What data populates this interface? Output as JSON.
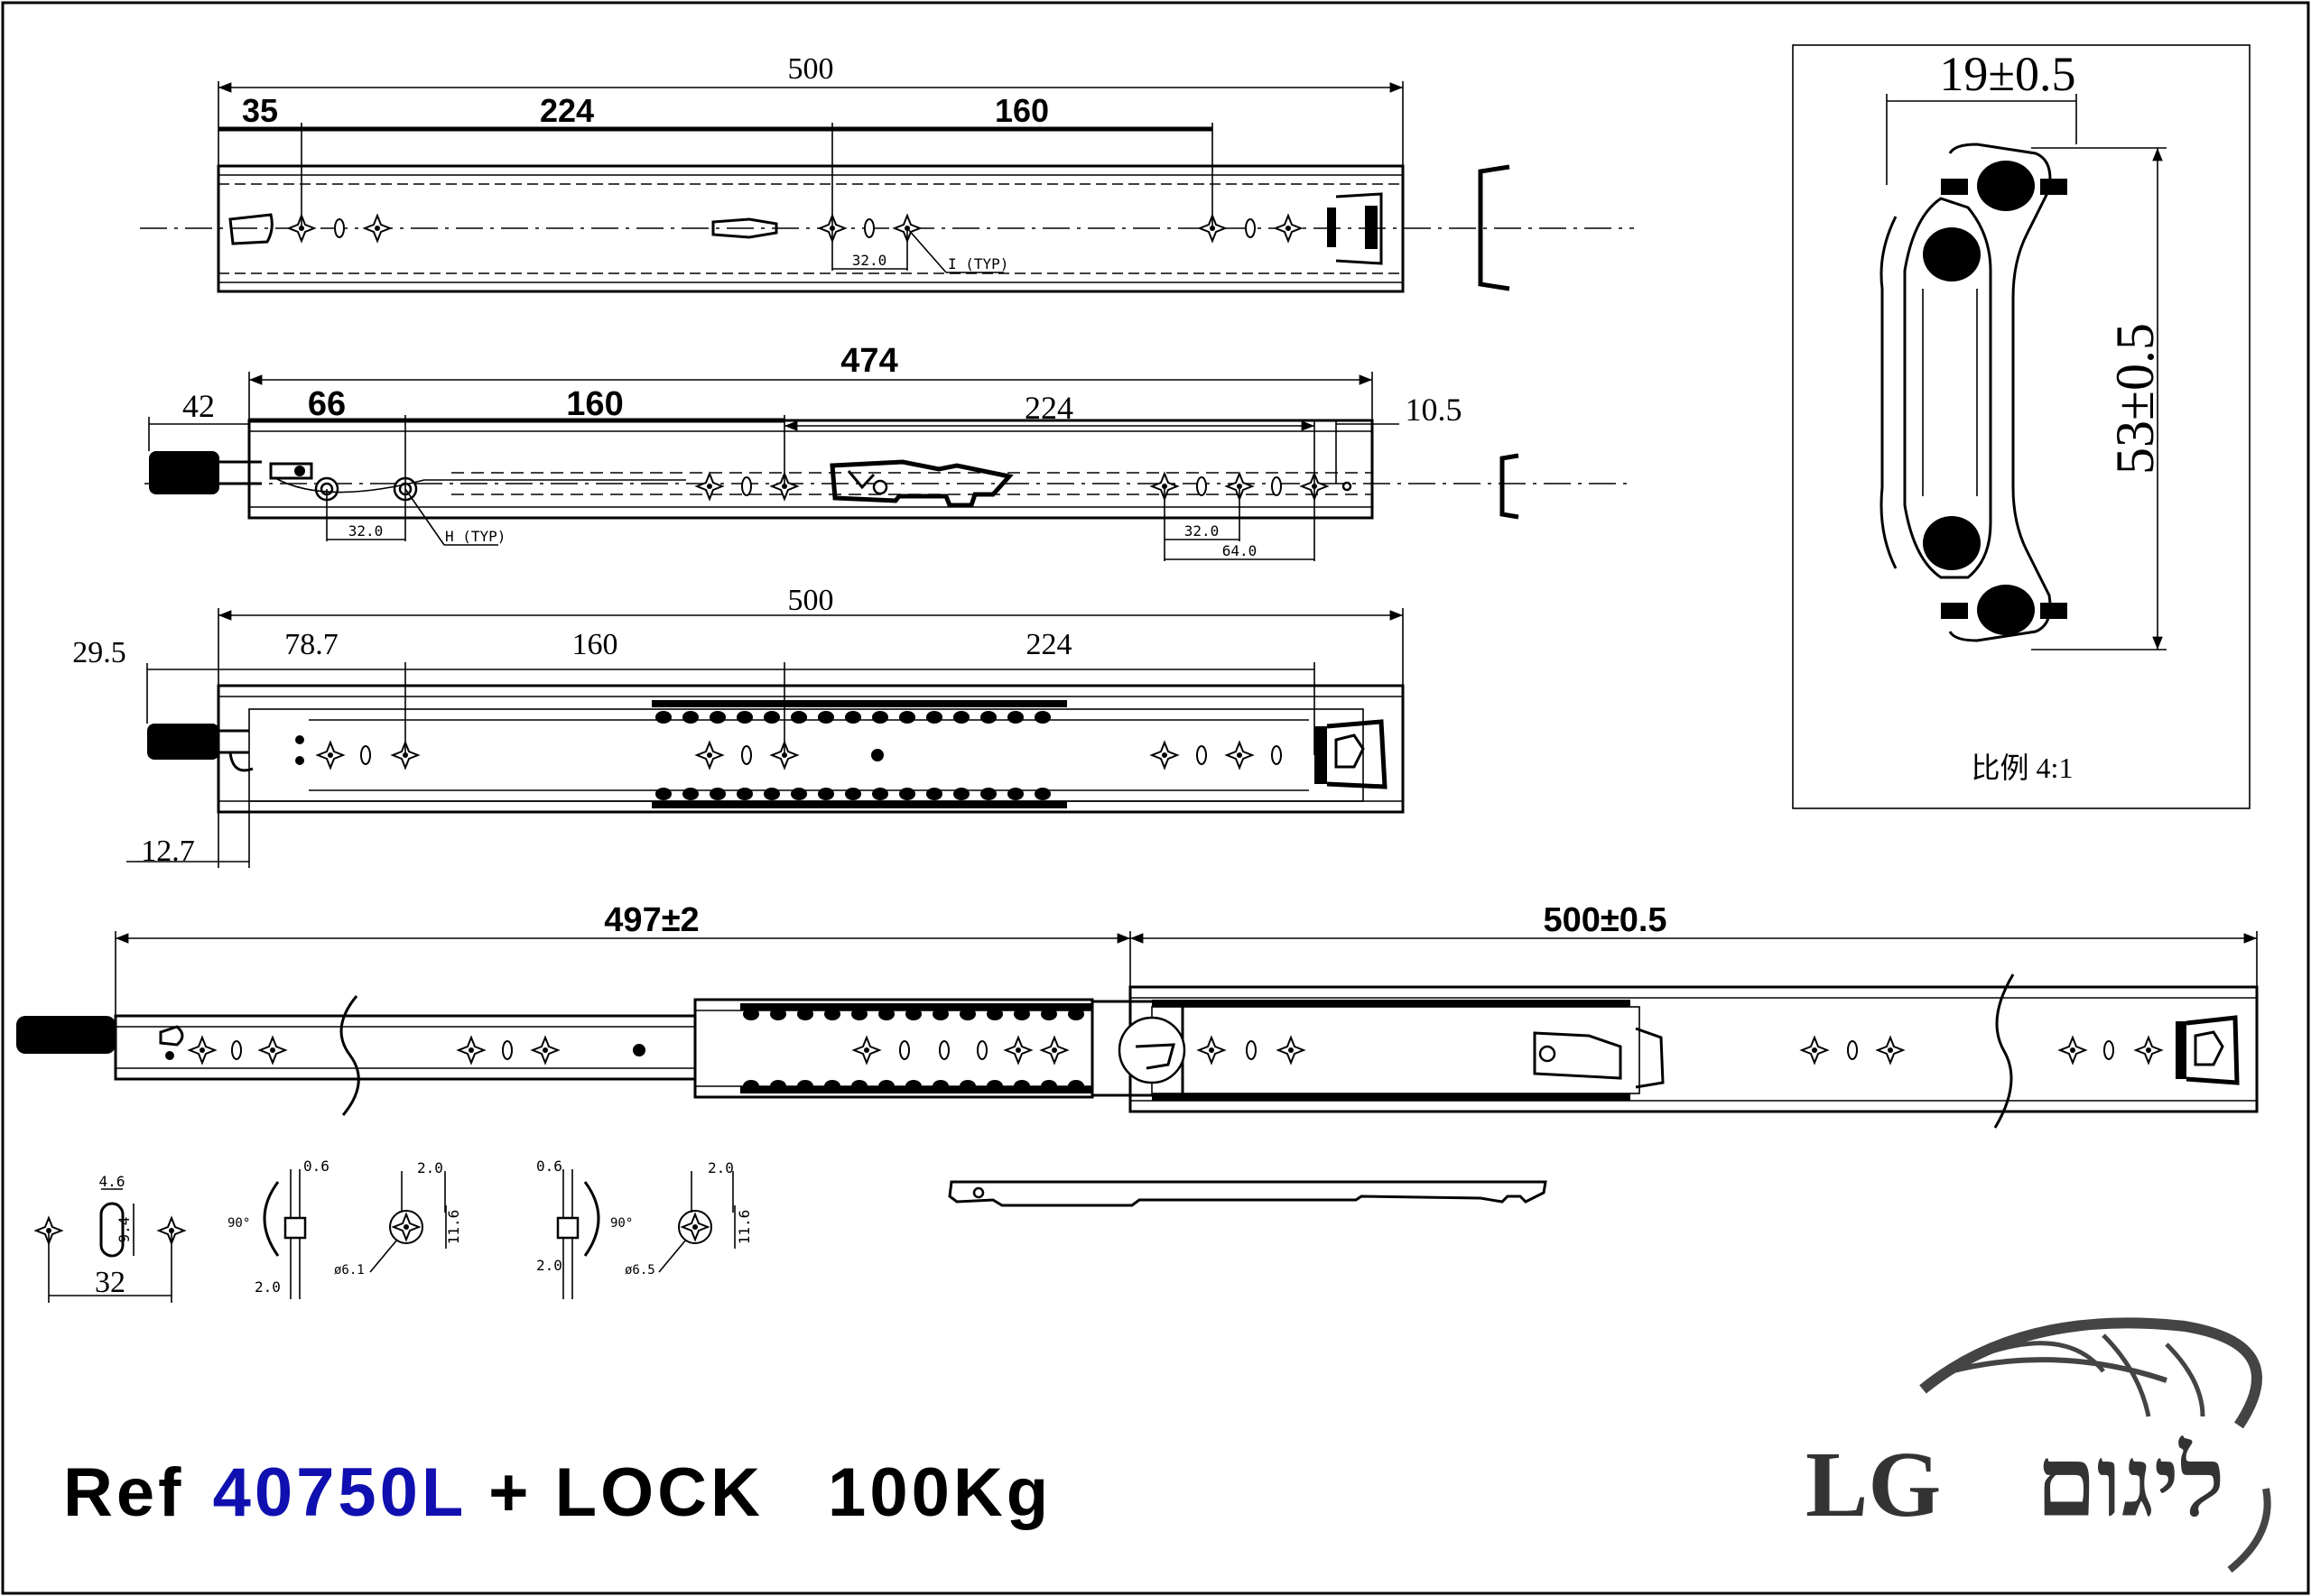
{
  "dimensions": {
    "top": {
      "overall": "500",
      "first": "35",
      "middle": "224",
      "last": "160",
      "hole_pitch": "32.0",
      "hole_callout": "I (TYP)"
    },
    "second": {
      "left_offset": "42",
      "overall": "474",
      "first": "66",
      "middle": "160",
      "last": "224",
      "right_offset": "10.5",
      "pitch_left": "32.0",
      "hole_callout": "H (TYP)",
      "pitch_right": "32.0",
      "pitch_right_double": "64.0"
    },
    "third": {
      "overall": "500",
      "left_offset": "29.5",
      "first": "78.7",
      "middle": "160",
      "last": "224",
      "height_offset": "12.7"
    },
    "extended": {
      "closed_length": "497±2",
      "travel": "500±0.5"
    },
    "section": {
      "width": "19±0.5",
      "height": "53±0.5",
      "scale": "比例 4:1"
    },
    "details": {
      "slot_width": "4.6",
      "slot_height": "9.4",
      "pitch": "32",
      "d1_thickness": "0.6",
      "d1_angle": "90°",
      "d1_bottom": "2.0",
      "d1_top": "2.0",
      "d1_height": "11.6",
      "d1_diameter": "ø6.1",
      "d2_thickness": "0.6",
      "d2_angle": "90°",
      "d2_bottom": "2.0",
      "d2_top": "2.0",
      "d2_height": "11.6",
      "d2_diameter": "ø6.5"
    }
  },
  "footer": {
    "ref_prefix": "Ref",
    "ref_code": "40750L",
    "ref_suffix": "+ LOCK",
    "load": "100Kg",
    "ref_code_color": "#1010b0"
  },
  "logo": {
    "latin": "LG",
    "hebrew": "ליגום",
    "icon": "globe-swoosh-icon"
  }
}
